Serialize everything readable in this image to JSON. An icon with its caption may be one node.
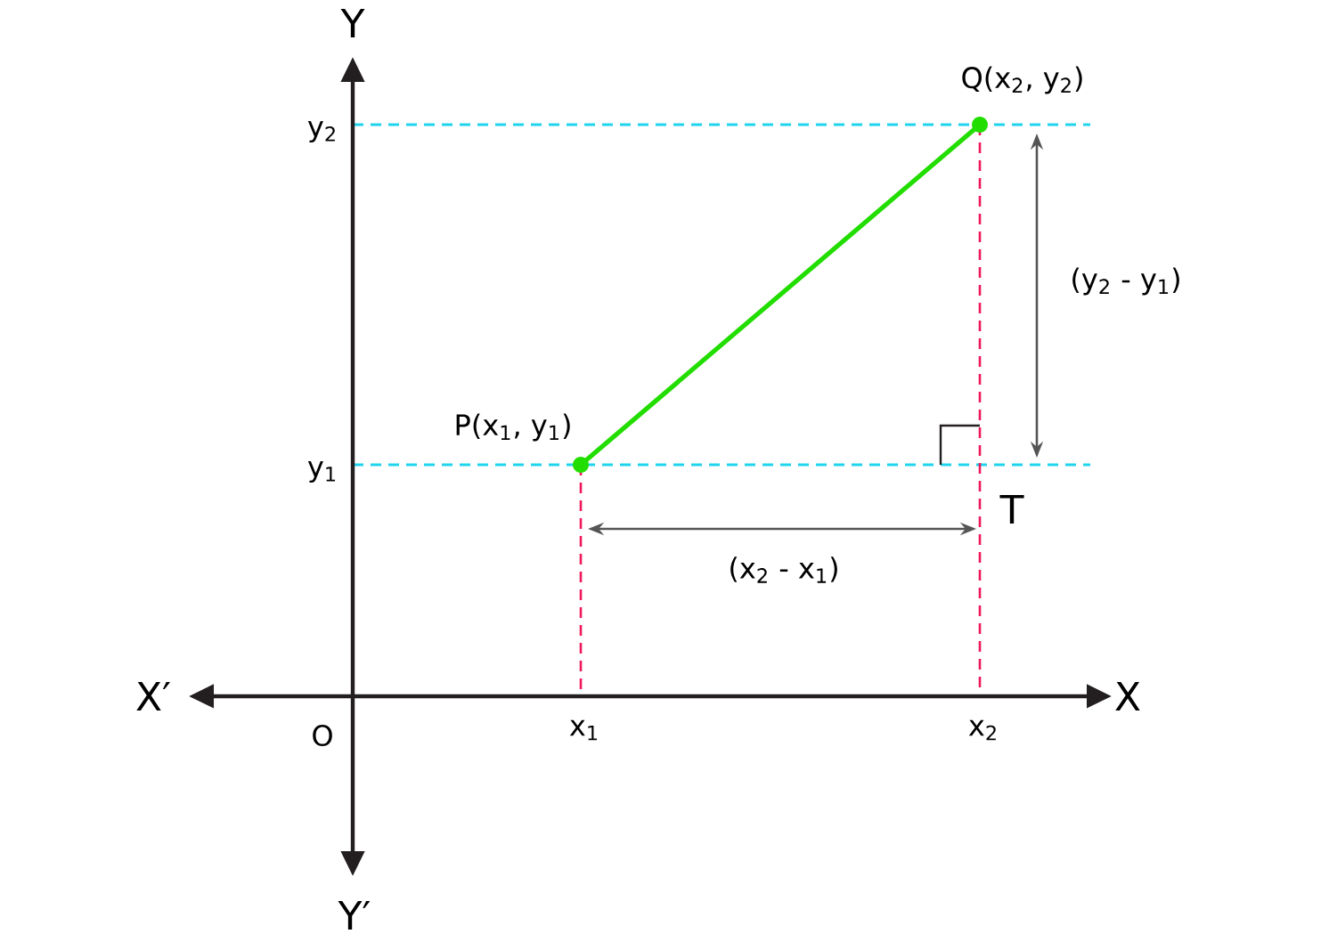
{
  "diagram": {
    "nodes": [
      {
        "text": [],
        "shape": "circle",
        "beside": [
          "P(x$_{1}$, y$_{1}$)"
        ]
      },
      {
        "text": [],
        "shape": "circle",
        "beside": [
          "Q(x$_{2}$, y$_{2}$)"
        ]
      }
    ],
    "edges": [
      {
        "from": 0,
        "to": 1,
        "arrow": "none"
      }
    ],
    "labels": [
      "Y",
      "y$_{2}$",
      "(y$_{2}$ - y$_{1}$)",
      "y$_{1}$",
      "T",
      "(x$_{2}$ - x$_{1}$)",
      "X′",
      "X",
      "O",
      "x$_{1}$",
      "x$_{2}$",
      "Y′"
    ]
  }
}
